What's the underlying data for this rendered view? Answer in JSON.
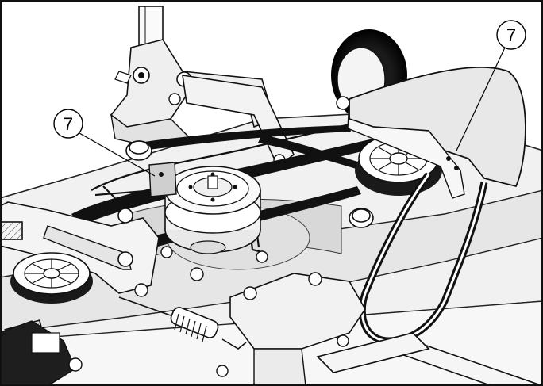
{
  "figure": {
    "callouts": [
      {
        "label": "7",
        "target": "idler-pulley-bracket"
      },
      {
        "label": "7",
        "target": "belt-cover"
      }
    ]
  }
}
